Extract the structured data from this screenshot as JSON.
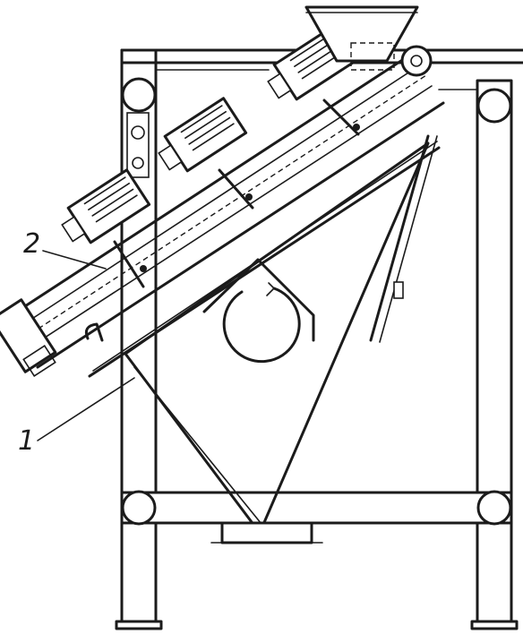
{
  "callouts": [
    {
      "id": "1",
      "label": "1"
    },
    {
      "id": "2",
      "label": "2"
    }
  ],
  "colors": {
    "ink": "#1b1b1b",
    "paper": "#ffffff"
  }
}
